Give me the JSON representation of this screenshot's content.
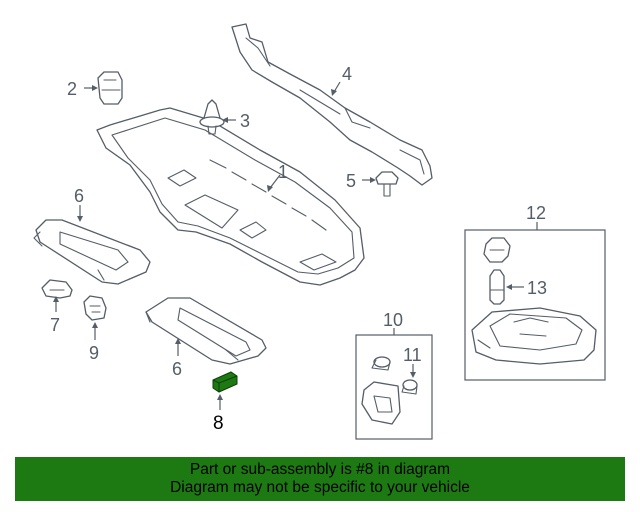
{
  "callouts": {
    "c1": "1",
    "c2": "2",
    "c3": "3",
    "c4": "4",
    "c5": "5",
    "c6a": "6",
    "c6b": "6",
    "c7": "7",
    "c8": "8",
    "c9": "9",
    "c10": "10",
    "c11": "11",
    "c12": "12",
    "c13": "13"
  },
  "highlight": {
    "part_number": "8",
    "color": "#1d7a12"
  },
  "banner": {
    "line1": "Part or sub-assembly is #8 in diagram",
    "line2": "Diagram may not be specific to your vehicle",
    "color": "#1d7a12"
  }
}
